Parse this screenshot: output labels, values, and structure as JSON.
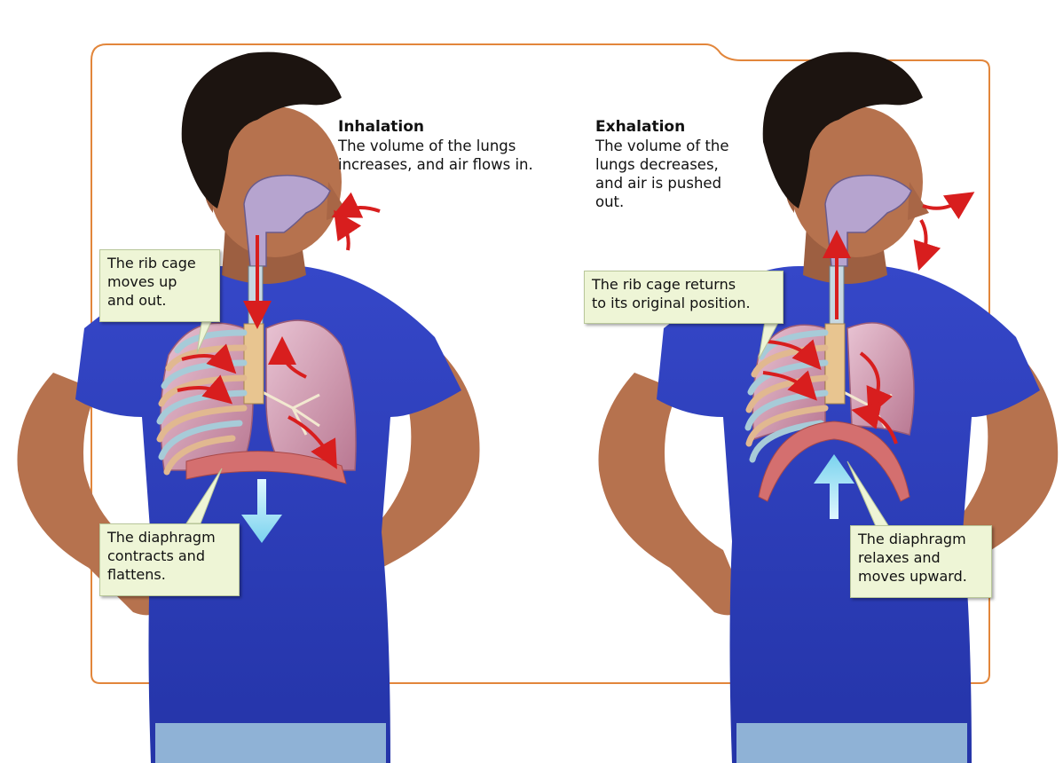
{
  "inhalation": {
    "title": "Inhalation",
    "description": "The volume of the lungs\nincreases, and air flows in.",
    "rib_callout": "The rib cage\nmoves up\nand out.",
    "diaphragm_callout": "The diaphragm\ncontracts and\nflattens."
  },
  "exhalation": {
    "title": "Exhalation",
    "description": "The volume of the\nlungs decreases,\nand air is pushed\nout.",
    "rib_callout": "The rib cage returns\nto its original position.",
    "diaphragm_callout": "The diaphragm\nrelaxes and\nmoves upward."
  },
  "colors": {
    "frame": "#e2863b",
    "shirt": "#2f3fbd",
    "skin": "#b6724e",
    "hair": "#1c1410",
    "lung": "#c98fa8",
    "diaphragm": "#d46f6f",
    "air_arrow": "#d81e1e",
    "diaphragm_arrow": "#8fdcf0",
    "callout_bg": "#eef5d6"
  }
}
